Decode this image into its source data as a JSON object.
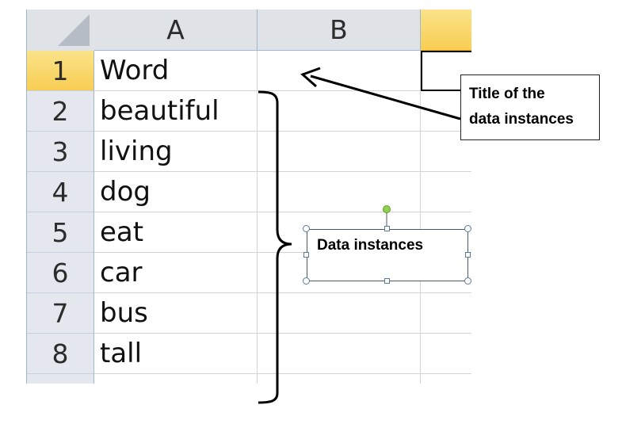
{
  "spreadsheet": {
    "columns": [
      "A",
      "B",
      ""
    ],
    "rows": [
      {
        "num": "1",
        "value": "Word"
      },
      {
        "num": "2",
        "value": "beautiful"
      },
      {
        "num": "3",
        "value": "living"
      },
      {
        "num": "4",
        "value": "dog"
      },
      {
        "num": "5",
        "value": "eat"
      },
      {
        "num": "6",
        "value": "car"
      },
      {
        "num": "7",
        "value": "bus"
      },
      {
        "num": "8",
        "value": "tall"
      }
    ]
  },
  "annotations": {
    "title_box": {
      "line1": "Title of the",
      "line2": "data instances"
    },
    "data_box": {
      "text": "Data instances"
    }
  },
  "colors": {
    "selected_header": "#f8cd53",
    "header_bg": "#dfe3e8",
    "gridline": "#d4d4d4",
    "rotation_handle": "#8fd14f"
  }
}
